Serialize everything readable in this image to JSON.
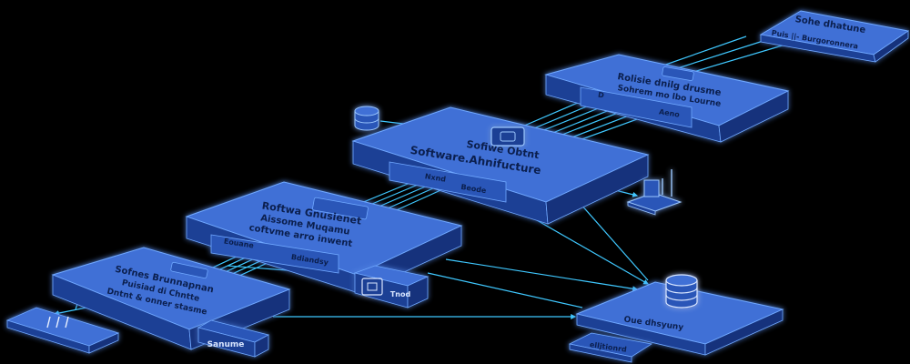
{
  "colors": {
    "background": "#000000",
    "slab_top": "#3f6fd6",
    "slab_side": "#1f3f95",
    "slab_edge": "#6fa8ff",
    "connector": "#3fc8ff",
    "panel": "#2a56b8"
  },
  "icons": {
    "database": "database-icon",
    "factory": "factory-icon",
    "chip": "chip-icon",
    "monitor": "monitor-icon"
  },
  "blocks": {
    "top_right": {
      "title": "Sohe dhatune",
      "sub": "Puis  ||- Burgoronnera"
    },
    "upper": {
      "title1": "Rolisie dnilg drusme",
      "title2": "Sohrem mo lbo Lourne",
      "panel_left": "D",
      "panel_right": "Aeno"
    },
    "center": {
      "title1": "Sofiwe Obtnt",
      "title2": "Software.Ahnifucture",
      "panel_left": "Nxnd",
      "panel_right": "Beode"
    },
    "middle_left": {
      "title1": "Roftwa Gnusienet",
      "title2": "Aissome Muqamu",
      "title3": "coftvme arro inwent",
      "panel_left": "Eouane",
      "panel_right": "Bdiandsy"
    },
    "bottom_left": {
      "title1": "Sofnes Brunnapnan",
      "title2": "Puisiad di Chntte",
      "title3": "Dntnt & onner stasme"
    },
    "bottom_left_label": "Sanume",
    "right_bottom": {
      "title": "Oue dhsyuny",
      "sub": "elljtionrd"
    },
    "small_box": "Tnod"
  }
}
